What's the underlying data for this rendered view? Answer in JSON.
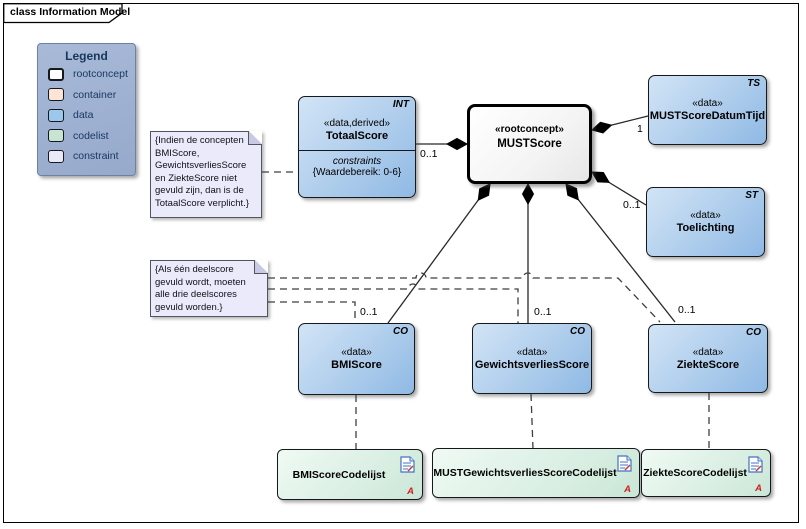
{
  "frame": {
    "title": "class Information Model"
  },
  "legend": {
    "title": "Legend",
    "items": [
      {
        "label": "rootconcept",
        "color": "#ffffff"
      },
      {
        "label": "container",
        "color": "#fbe5d6"
      },
      {
        "label": "data",
        "color": "#9cc8ee"
      },
      {
        "label": "codelist",
        "color": "#c7e5d2"
      },
      {
        "label": "constraint",
        "color": "#e9e9f9"
      }
    ]
  },
  "classes": {
    "totaalscore": {
      "type_abbr": "INT",
      "stereotype": "«data,derived»",
      "name": "TotaalScore",
      "compartment_label": "constraints",
      "constraint_value": "{Waardebereik: 0-6}"
    },
    "mustscore": {
      "stereotype": "«rootconcept»",
      "name": "MUSTScore"
    },
    "datumtijd": {
      "type_abbr": "TS",
      "stereotype": "«data»",
      "name": "MUSTScoreDatumTijd"
    },
    "toelichting": {
      "type_abbr": "ST",
      "stereotype": "«data»",
      "name": "Toelichting"
    },
    "bmiscore": {
      "type_abbr": "CO",
      "stereotype": "«data»",
      "name": "BMIScore"
    },
    "gewichtsverliesscore": {
      "type_abbr": "CO",
      "stereotype": "«data»",
      "name": "GewichtsverliesScore"
    },
    "ziektescore": {
      "type_abbr": "CO",
      "stereotype": "«data»",
      "name": "ZiekteScore"
    }
  },
  "codelists": [
    {
      "name": "BMIScoreCodelijst",
      "marker": "A"
    },
    {
      "name": "MUSTGewichtsverliesScoreCodelijst",
      "marker": "A"
    },
    {
      "name": "ZiekteScoreCodelijst",
      "marker": "A"
    }
  ],
  "notes": [
    {
      "text": "{Indien de concepten BMIScore, GewichtsverliesScore en ZiekteScore niet gevuld zijn, dan is de TotaalScore verplicht.}"
    },
    {
      "text": "{Als één deelscore gevuld wordt, moeten alle drie deelscores gevuld worden.}"
    }
  ],
  "multiplicities": {
    "totaalscore": "0..1",
    "datumtijd": "1",
    "toelichting": "0..1",
    "bmiscore": "0..1",
    "gewichtsverliesscore": "0..1",
    "ziektescore": "0..1"
  },
  "colors": {
    "data_fill": "#a9cbec",
    "rootconcept_fill": "#ffffff",
    "codelist_fill": "#daefe3",
    "constraint_fill": "#eaeafa",
    "legend_fill": "#9cafd0",
    "edge": "#26282c",
    "marker_red": "#cf1d1d"
  }
}
